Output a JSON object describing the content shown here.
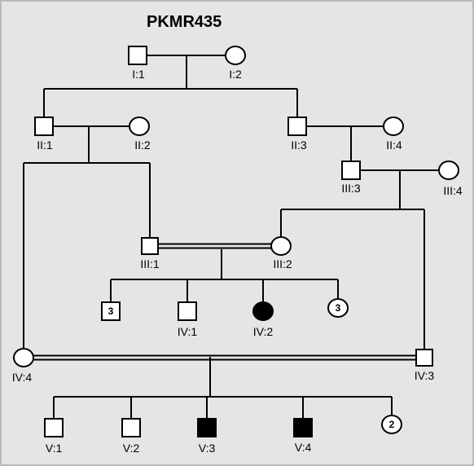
{
  "pedigree": {
    "title": "PKMR435",
    "colors": {
      "background": "#e5e5e5",
      "frame": "#b9b9b9",
      "line": "#000000",
      "unaffected_fill": "#ffffff",
      "affected_fill": "#000000"
    },
    "individuals": [
      {
        "id": "I:1",
        "label": "I:1",
        "sex": "male",
        "affected": false
      },
      {
        "id": "I:2",
        "label": "I:2",
        "sex": "female",
        "affected": false
      },
      {
        "id": "II:1",
        "label": "II:1",
        "sex": "male",
        "affected": false
      },
      {
        "id": "II:2",
        "label": "II:2",
        "sex": "female",
        "affected": false
      },
      {
        "id": "II:3",
        "label": "II:3",
        "sex": "male",
        "affected": false
      },
      {
        "id": "II:4",
        "label": "II:4",
        "sex": "female",
        "affected": false
      },
      {
        "id": "III:3",
        "label": "III:3",
        "sex": "male",
        "affected": false
      },
      {
        "id": "III:4",
        "label": "III:4",
        "sex": "female",
        "affected": false
      },
      {
        "id": "III:1",
        "label": "III:1",
        "sex": "male",
        "affected": false
      },
      {
        "id": "III:2",
        "label": "III:2",
        "sex": "female",
        "affected": false
      },
      {
        "id": "IV:males3",
        "label": "",
        "sex": "male",
        "affected": false,
        "count": "3"
      },
      {
        "id": "IV:1",
        "label": "IV:1",
        "sex": "male",
        "affected": false
      },
      {
        "id": "IV:2",
        "label": "IV:2",
        "sex": "female",
        "affected": true
      },
      {
        "id": "IV:females3",
        "label": "",
        "sex": "female",
        "affected": false,
        "count": "3"
      },
      {
        "id": "IV:4",
        "label": "IV:4",
        "sex": "female",
        "affected": false
      },
      {
        "id": "IV:3",
        "label": "IV:3",
        "sex": "male",
        "affected": false
      },
      {
        "id": "V:1",
        "label": "V:1",
        "sex": "male",
        "affected": false
      },
      {
        "id": "V:2",
        "label": "V:2",
        "sex": "male",
        "affected": false
      },
      {
        "id": "V:3",
        "label": "V:3",
        "sex": "male",
        "affected": true
      },
      {
        "id": "V:4",
        "label": "V:4",
        "sex": "male",
        "affected": true
      },
      {
        "id": "V:females2",
        "label": "",
        "sex": "female",
        "affected": false,
        "count": "2"
      }
    ],
    "unions": [
      {
        "partners": [
          "I:1",
          "I:2"
        ],
        "consanguineous": false,
        "children": [
          "II:1",
          "II:3"
        ]
      },
      {
        "partners": [
          "II:1",
          "II:2"
        ],
        "consanguineous": false,
        "children": [
          "IV:4",
          "III:1"
        ]
      },
      {
        "partners": [
          "II:3",
          "II:4"
        ],
        "consanguineous": false,
        "children": [
          "III:3"
        ]
      },
      {
        "partners": [
          "III:3",
          "III:4"
        ],
        "consanguineous": false,
        "children": [
          "III:2",
          "IV:3"
        ]
      },
      {
        "partners": [
          "III:1",
          "III:2"
        ],
        "consanguineous": true,
        "children": [
          "IV:males3",
          "IV:1",
          "IV:2",
          "IV:females3"
        ]
      },
      {
        "partners": [
          "IV:4",
          "IV:3"
        ],
        "consanguineous": true,
        "children": [
          "V:1",
          "V:2",
          "V:3",
          "V:4",
          "V:females2"
        ]
      }
    ]
  }
}
